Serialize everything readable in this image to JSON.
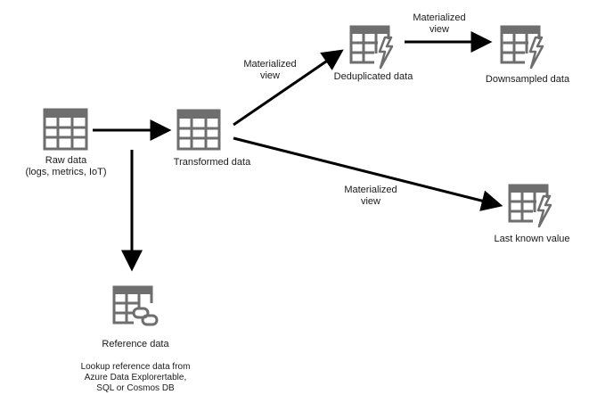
{
  "colors": {
    "icon": "#6e6e6e",
    "arrow": "#000000",
    "text": "#1a1a1a"
  },
  "nodes": {
    "raw": {
      "label": "Raw data\n(logs, metrics, IoT)",
      "icon": "table-icon"
    },
    "transformed": {
      "label": "Transformed data",
      "icon": "table-icon"
    },
    "reference": {
      "label": "Reference data",
      "icon": "table-link-icon",
      "note": "Lookup reference data from\nAzure Data Explorertable,\nSQL or Cosmos DB"
    },
    "deduplicated": {
      "label": "Deduplicated data",
      "icon": "table-lightning-icon"
    },
    "downsampled": {
      "label": "Downsampled data",
      "icon": "table-lightning-icon"
    },
    "lastknown": {
      "label": "Last known value",
      "icon": "table-lightning-icon"
    }
  },
  "edges": {
    "to_dedup": {
      "label": "Materialized\nview"
    },
    "to_downsampled": {
      "label": "Materialized\nview"
    },
    "to_lastknown": {
      "label": "Materialized\nview"
    }
  }
}
